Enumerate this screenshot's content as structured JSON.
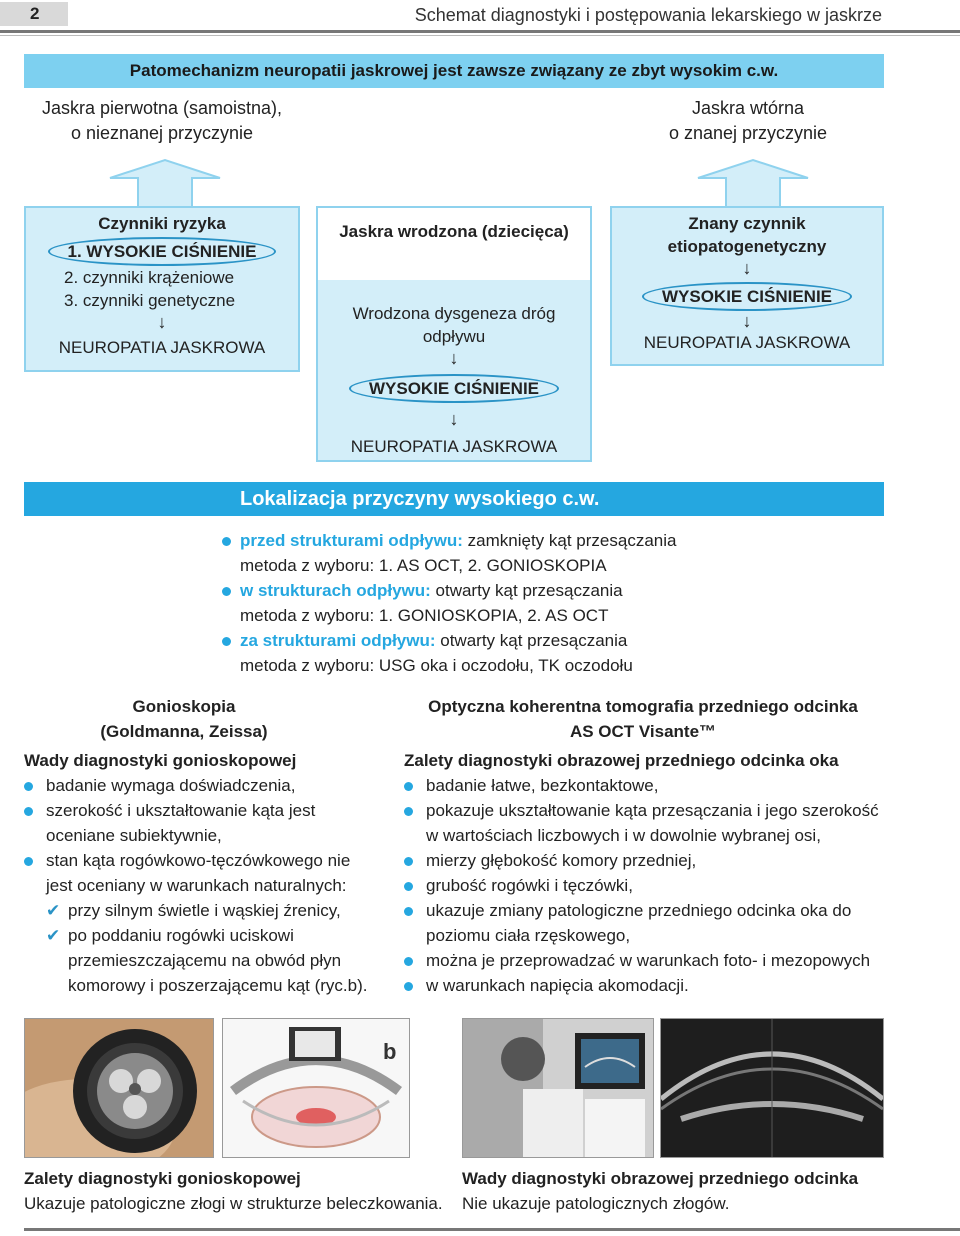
{
  "header": {
    "page_number": "2",
    "title": "Schemat diagnostyki i postępowania lekarskiego w jaskrze"
  },
  "banner": "Patomechanizm neuropatii jaskrowej jest zawsze związany ze zbyt wysokim c.w.",
  "primary": {
    "line1": "Jaskra pierwotna (samoistna),",
    "line2": "o nieznanej przyczynie"
  },
  "secondary": {
    "line1": "Jaskra wtórna",
    "line2": "o znanej przyczynie"
  },
  "box_risk": {
    "title": "Czynniki ryzyka",
    "item1": "1. WYSOKIE CIŚNIENIE",
    "item2": "2. czynniki krążeniowe",
    "item3": "3. czynniki genetyczne",
    "arrow": "↓",
    "result": "NEUROPATIA JASKROWA"
  },
  "box_congenital": {
    "title": "Jaskra wrodzona (dziecięca)",
    "line1": "Wrodzona dysgeneza dróg",
    "line2": "odpływu",
    "arrow1": "↓",
    "pressure": "WYSOKIE CIŚNIENIE",
    "arrow2": "↓",
    "result": "NEUROPATIA JASKROWA"
  },
  "box_known": {
    "line1": "Znany czynnik",
    "line2": "etiopatogenetyczny",
    "arrow1": "↓",
    "pressure": "WYSOKIE CIŚNIENIE",
    "arrow2": "↓",
    "result": "NEUROPATIA JASKROWA"
  },
  "localization": {
    "title": "Lokalizacja przyczyny wysokiego c.w.",
    "items": [
      {
        "label": "przed strukturami odpływu:",
        "text": " zamknięty kąt przesączania",
        "method": "metoda z wyboru: 1. AS OCT, 2. GONIOSKOPIA"
      },
      {
        "label": "w strukturach odpływu:",
        "text": " otwarty kąt przesączania",
        "method": "metoda z wyboru: 1. GONIOSKOPIA, 2. AS OCT"
      },
      {
        "label": "za strukturami odpływu:",
        "text": " otwarty kąt przesączania",
        "method": "metoda z wyboru: USG oka i oczodołu, TK oczodołu"
      }
    ]
  },
  "gonioscopy": {
    "title1": "Gonioskopia",
    "title2": "(Goldmanna, Zeissa)",
    "heading": "Wady diagnostyki gonioskopowej",
    "b1": "badanie wymaga doświadczenia,",
    "b2a": "szerokość i ukształtowanie kąta jest",
    "b2b": "oceniane subiektywnie,",
    "b3a": "stan kąta rogówkowo-tęczówkowego nie",
    "b3b": "jest oceniany w warunkach naturalnych:",
    "s1": "przy silnym świetle i wąskiej źrenicy,",
    "s2a": "po poddaniu rogówki uciskowi",
    "s2b": "przemieszczającemu na obwód płyn",
    "s2c": "komorowy i poszerzającemu kąt (ryc.b).",
    "figure_label": "b"
  },
  "asoct": {
    "title1": "Optyczna koherentna tomografia przedniego odcinka",
    "title2": "AS OCT Visante™",
    "heading": "Zalety diagnostyki obrazowej przedniego odcinka oka",
    "b1": "badanie łatwe, bezkontaktowe,",
    "b2a": "pokazuje ukształtowanie kąta przesączania i jego szerokość",
    "b2b": "w wartościach liczbowych i w dowolnie wybranej osi,",
    "b3": "mierzy głębokość komory przedniej,",
    "b4": "grubość rogówki i tęczówki,",
    "b5a": "ukazuje zmiany patologiczne przedniego odcinka oka do",
    "b5b": "poziomu ciała rzęskowego,",
    "b6": "można je przeprowadzać w warunkach foto- i mezopowych",
    "b7": "w warunkach napięcia akomodacji."
  },
  "captions": {
    "left_heading": "Zalety diagnostyki gonioskopowej",
    "left_text": "Ukazuje patologiczne złogi w strukturze beleczkowania.",
    "right_heading": "Wady diagnostyki obrazowej przedniego odcinka",
    "right_text": "Nie ukazuje patologicznych złogów."
  },
  "colors": {
    "banner": "#7dd0f0",
    "section": "#25a7e0",
    "box_fill": "#d3eef9",
    "box_border": "#8fd2ee"
  }
}
